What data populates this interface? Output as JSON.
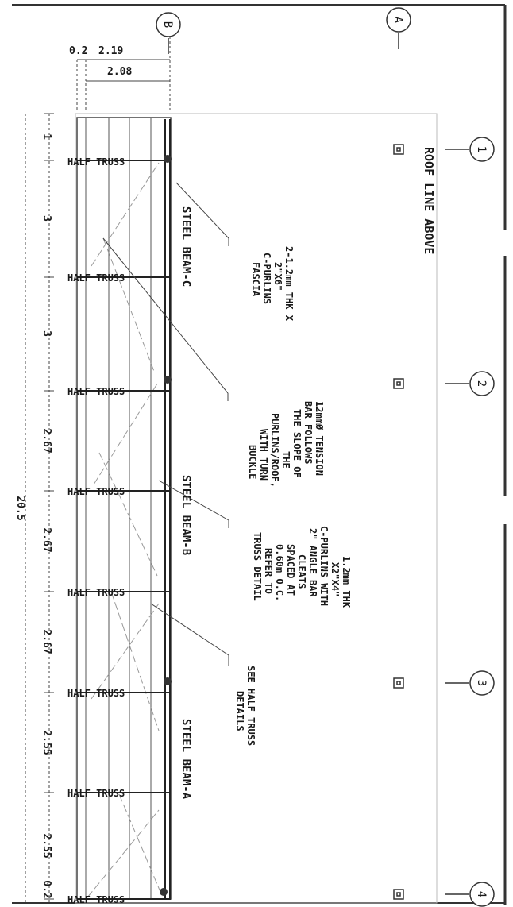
{
  "title": "ROOF LINE ABOVE",
  "grid_bubbles": {
    "col_a": "A",
    "col_b": "B",
    "row_1": "1",
    "row_2": "2",
    "row_3": "3",
    "row_4": "4"
  },
  "top_dims": {
    "d1": "0.2",
    "d2": "2.19",
    "d3": "2.08"
  },
  "overall_dim": "20.5",
  "bay_dims": [
    "1",
    "3",
    "3",
    "2.67",
    "2.67",
    "2.67",
    "2.55",
    "2.55",
    "0.2"
  ],
  "truss_label": "HALF TRUSS",
  "beams": {
    "c": "STEEL BEAM-C",
    "b": "STEEL BEAM-B",
    "a": "STEEL BEAM-A"
  },
  "notes": {
    "purlins": [
      "2-1.2mm THK X",
      "2\"X6\"",
      "C-PURLINS",
      "FASCIA"
    ],
    "tension": [
      "12mmØ TENSION",
      "BAR FOLLOWS",
      "THE SLOPE OF",
      "THE",
      "PURLINS/ROOF,",
      "WITH TURN",
      "BUCKLE"
    ],
    "cpurlin": [
      "1.2mm THK",
      "X2\"X4\"",
      "C-PURLINS WITH",
      "2\" ANGLE BAR",
      "CLEATS",
      "SPACED AT",
      "0.60m O.C.",
      "REFER TO",
      "TRUSS DETAIL"
    ],
    "halftruss": [
      "SEE HALF TRUSS",
      "DETAILS"
    ]
  }
}
